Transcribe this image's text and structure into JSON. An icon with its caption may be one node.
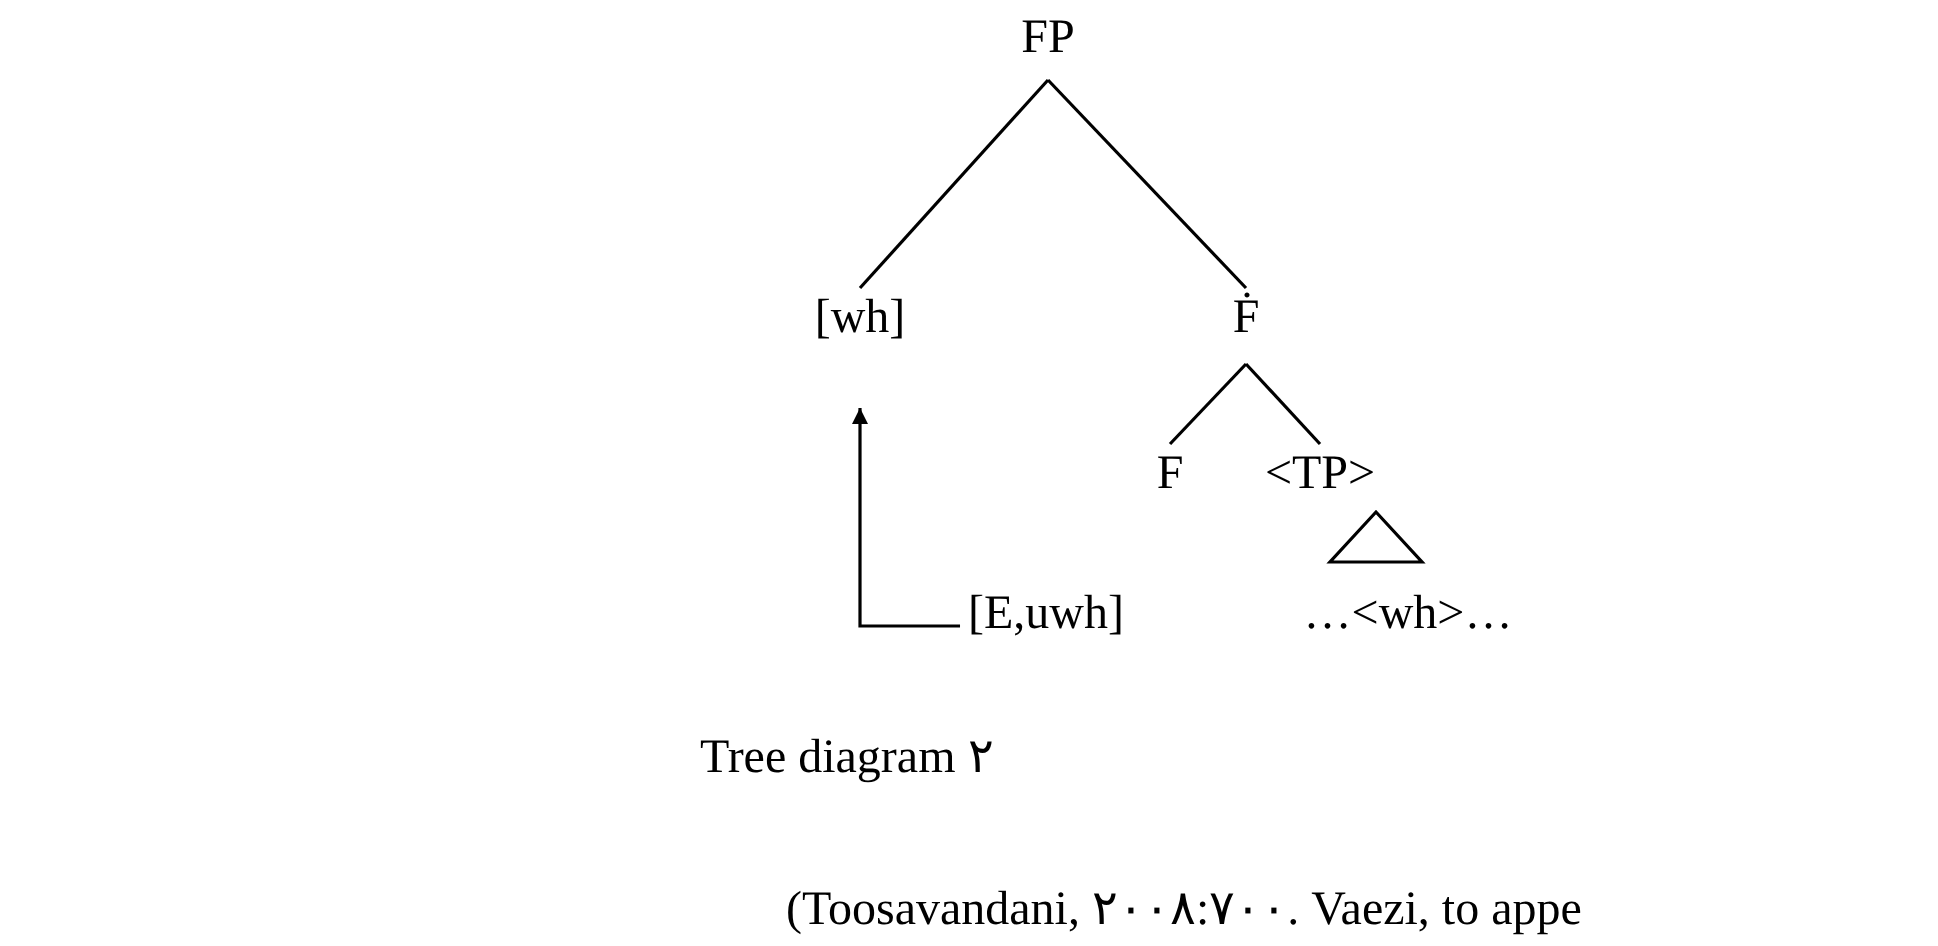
{
  "diagram": {
    "caption": "Tree diagram ٢",
    "nodes": [
      {
        "text": [
          "FP"
        ]
      },
      {
        "text": [
          "[wh]"
        ]
      },
      {
        "text": [
          "Ḟ"
        ]
      },
      {
        "text": [
          "F"
        ]
      },
      {
        "text": [
          "<TP>"
        ]
      },
      {
        "text": [
          "[E,uwh]"
        ]
      },
      {
        "text": [
          "…<wh>…"
        ]
      }
    ],
    "edges": [
      {
        "from": 0,
        "to": 1,
        "arrow": "none"
      },
      {
        "from": 0,
        "to": 2,
        "arrow": "none"
      },
      {
        "from": 2,
        "to": 3,
        "arrow": "none"
      },
      {
        "from": 2,
        "to": 4,
        "arrow": "none"
      },
      {
        "from": 5,
        "to": 1,
        "arrow": "to"
      }
    ],
    "labels": [
      "(Toosavandani, ٢٠٠٨:٧٠٠. Vaezi, to appe"
    ]
  }
}
